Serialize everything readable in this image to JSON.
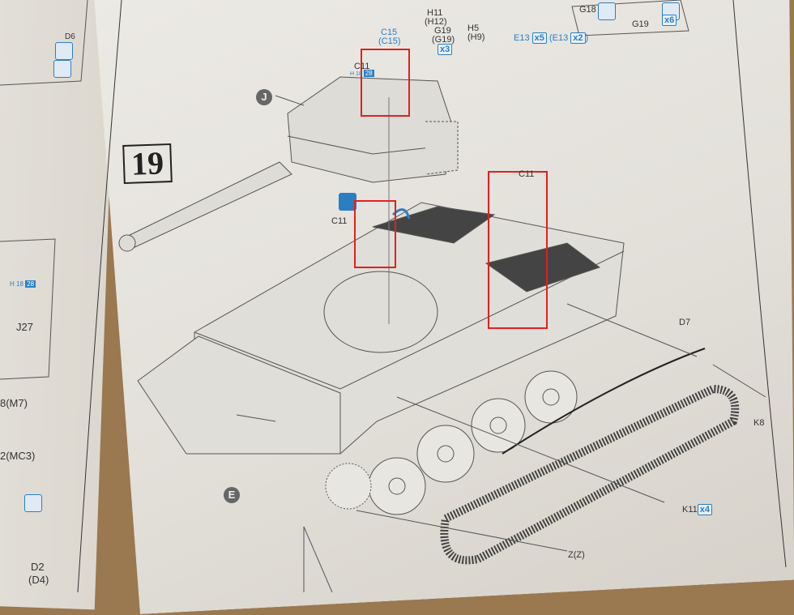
{
  "step_number": "19",
  "part_callouts": {
    "top": {
      "c15": "C15",
      "c15_alt": "(C15)",
      "h11": "H11",
      "h11_alt": "(H12)",
      "g19": "G19",
      "g19_alt": "(G19)",
      "g19_qty": "x3",
      "h5": "H5",
      "h5_alt": "(H9)",
      "e13": "E13",
      "e13_qty": "x5",
      "e13_alt": "(E13",
      "e13_alt_qty": "x2",
      "e13_alt_close": ")",
      "g18": "G18",
      "g19_inset": "G19",
      "inset_qty": "x6"
    },
    "turret": {
      "c11": "C11",
      "ref_prefix": "H",
      "ref_a": "18",
      "ref_b": "28",
      "assembly": "J"
    },
    "hull": {
      "c11_left": "C11",
      "c11_right": "C11",
      "d7": "D7",
      "k8": "K8",
      "k11": "K11",
      "k11_qty": "x4",
      "track": "Z(Z)",
      "assembly": "E"
    }
  },
  "left_page": {
    "d6": "D6",
    "ref_prefix": "H",
    "ref_a": "18",
    "ref_b": "28",
    "j27": "J27",
    "m7": "8(M7)",
    "mc3": "2(MC3)",
    "d2": "D2",
    "d4": "(D4)"
  },
  "colors": {
    "highlight": "#e02020",
    "accent_blue": "#2a7fc4"
  }
}
